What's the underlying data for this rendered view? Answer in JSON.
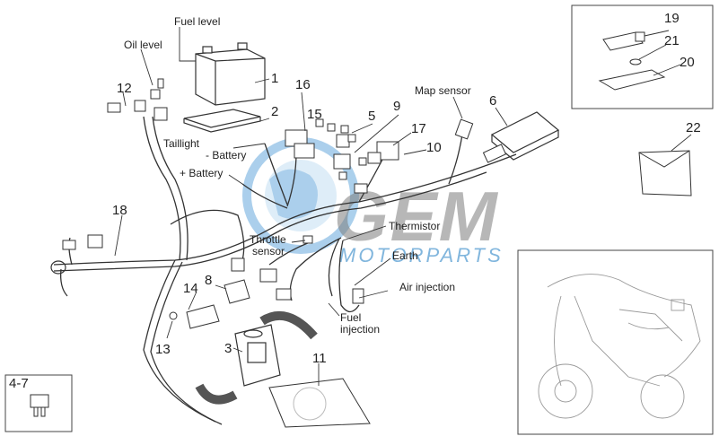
{
  "callouts": {
    "fuel_level": "Fuel level",
    "oil_level": "Oil level",
    "taillight": "Taillight",
    "minus_battery": "- Battery",
    "plus_battery": "+ Battery",
    "map_sensor": "Map sensor",
    "thermistor": "Thermistor",
    "throttle_sensor": "Throttle sensor",
    "throttle_line1": "Throttle",
    "throttle_line2": "sensor",
    "earth": "Earth",
    "air_injection": "Air injection",
    "fuel_injection_line1": "Fuel",
    "fuel_injection_line2": "injection"
  },
  "part_numbers": {
    "p1": "1",
    "p2": "2",
    "p3": "3",
    "p5": "5",
    "p6": "6",
    "p8": "8",
    "p9": "9",
    "p10": "10",
    "p11": "11",
    "p12": "12",
    "p13": "13",
    "p14": "14",
    "p15": "15",
    "p16": "16",
    "p17": "17",
    "p18": "18",
    "p19": "19",
    "p20": "20",
    "p21": "21",
    "p22": "22",
    "p4_7": "4-7"
  },
  "watermark": {
    "main": "GEM",
    "sub": "MOTORPARTS",
    "color": "#2f86c8"
  }
}
